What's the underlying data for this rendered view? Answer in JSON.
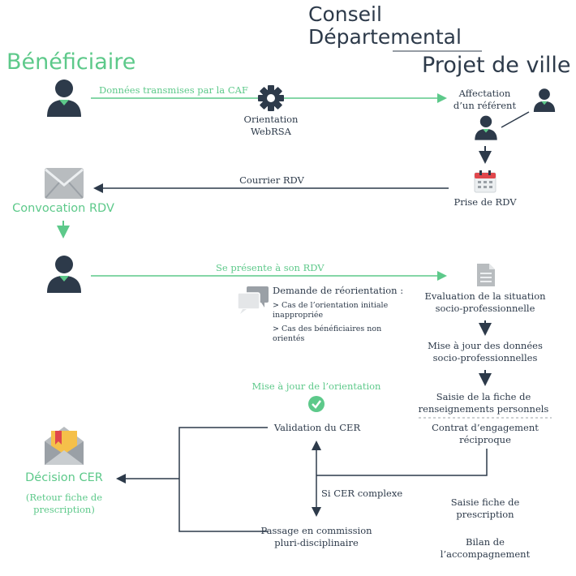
{
  "header": {
    "conseil_line1": "Conseil",
    "conseil_line2": "Départemental",
    "projet": "Projet de ville"
  },
  "beneficiaire": {
    "title": "Bénéficiaire",
    "convocation": "Convocation RDV",
    "decision": "Décision CER",
    "retour_line1": "(Retour fiche de",
    "retour_line2": "prescription)"
  },
  "flow": {
    "donnees_caf": "Données transmises par la CAF",
    "orientation_line1": "Orientation",
    "orientation_line2": "WebRSA",
    "affectation_line1": "Affectation",
    "affectation_line2": "d’un référent",
    "courrier": "Courrier RDV",
    "prise_rdv": "Prise de RDV",
    "se_presente": "Se présente à son RDV",
    "demande_title": "Demande de réorientation :",
    "demande_item1_line1": "> Cas de l’orientation initiale",
    "demande_item1_line2": "inappropriée",
    "demande_item2_line1": "> Cas des bénéficiaires non",
    "demande_item2_line2": "orientés",
    "evaluation_line1": "Evaluation de la situation",
    "evaluation_line2": "socio-professionnelle",
    "maj_donnees_line1": "Mise à jour des données",
    "maj_donnees_line2": "socio-professionnelles",
    "saisie_fiche_line1": "Saisie de la fiche de",
    "saisie_fiche_line2": "renseignements personnels",
    "contrat_line1": "Contrat d’engagement",
    "contrat_line2": "réciproque",
    "maj_orientation": "Mise à jour de l’orientation",
    "validation_cer": "Validation du CER",
    "si_cer_complexe": "Si CER complexe",
    "passage_line1": "Passage en commission",
    "passage_line2": "pluri-disciplinaire",
    "saisie_prescription_line1": "Saisie fiche de",
    "saisie_prescription_line2": "prescription",
    "bilan_line1": "Bilan de",
    "bilan_line2": "l’accompagnement"
  },
  "colors": {
    "green": "#5dc98a",
    "dark": "#2d3a4a",
    "gray": "#9aa0a6",
    "calendar_red": "#e0474c",
    "envelope_yellow": "#f5c04a"
  },
  "icons": [
    "person-icon",
    "gear-icon",
    "envelope-icon",
    "calendar-icon",
    "document-icon",
    "chat-bubbles-icon",
    "check-circle-icon",
    "ribbon-envelope-icon"
  ]
}
